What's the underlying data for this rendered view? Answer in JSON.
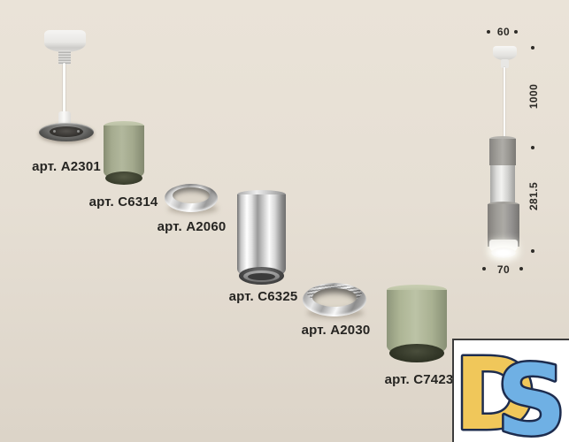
{
  "background_color": "#e6dfd3",
  "components": {
    "a2301": {
      "label": "арт. A2301"
    },
    "c6314": {
      "label": "арт. C6314",
      "body_color": "#a5ab8f"
    },
    "a2060": {
      "label": "арт. A2060"
    },
    "c6325": {
      "label": "арт. C6325",
      "body_color": "#d9d9d9"
    },
    "a2030": {
      "label": "арт. A2030"
    },
    "c7423": {
      "label": "арт. C7423",
      "body_color": "#adb595"
    }
  },
  "assembled_lamp": {
    "top_diameter": "60",
    "suspension_length": "1000",
    "body_height": "281.5",
    "bottom_diameter": "70"
  },
  "logo": {
    "letter_d": "D",
    "letter_s": "S",
    "d_color": "#f0c75a",
    "s_color": "#6fb0e4",
    "outline_color": "#1d2c4e"
  }
}
